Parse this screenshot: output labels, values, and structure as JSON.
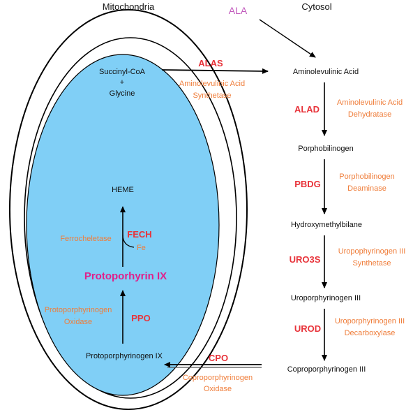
{
  "header": {
    "mitochondria": "Mitochondria",
    "ala": "ALA",
    "cytosol": "Cytosol"
  },
  "mito": {
    "succinyl": "Succinyl-CoA",
    "plus": "+",
    "glycine": "Glycine",
    "heme": "HEME",
    "protoporphyrin_ix": "Protoporhyrin IX",
    "protoporphyrinogen_ix": "Protoporphyrinogen IX",
    "fe": "Fe"
  },
  "cytosol": {
    "ala": "Aminolevulinic Acid",
    "pbg": "Porphobilinogen",
    "hmb": "Hydroxymethylbilane",
    "uro3": "Uroporphyrinogen III",
    "copro3": "Coproporphyrinogen III"
  },
  "enzymes": {
    "alas": {
      "abbr": "ALAS",
      "line1": "Aminolevulinic Acid",
      "line2": "Synthetase"
    },
    "alad": {
      "abbr": "ALAD",
      "line1": "Aminolevulinic Acid",
      "line2": "Dehydratase"
    },
    "pbdg": {
      "abbr": "PBDG",
      "line1": "Porphobilinogen",
      "line2": "Deaminase"
    },
    "uro3s": {
      "abbr": "URO3S",
      "line1": "Uropophyrinogen III",
      "line2": "Synthetase"
    },
    "urod": {
      "abbr": "UROD",
      "line1": "Uroporphyrinogen III",
      "line2": "Decarboxylase"
    },
    "cpo": {
      "abbr": "CPO",
      "line1": "Coproporphyrinogen",
      "line2": "Oxidase"
    },
    "ppo": {
      "abbr": "PPO",
      "line1": "Protoporphyrinogen",
      "line2": "Oxidase"
    },
    "fech": {
      "abbr": "FECH",
      "name": "Ferrocheletase"
    }
  },
  "colors": {
    "matrix": "#80cff6",
    "enzyme_abbr": "#e8333a",
    "enzyme_name": "#ef7d3a",
    "ala_label": "#c25bbd",
    "protoporphyrin": "#e0208a"
  }
}
